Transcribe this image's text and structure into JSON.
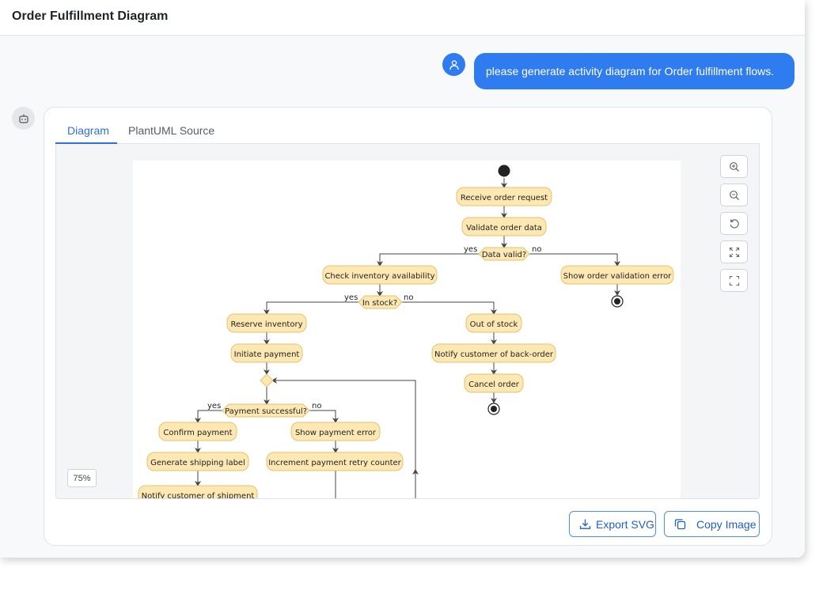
{
  "header": {
    "title": "Order Fulfillment Diagram"
  },
  "user_message": {
    "text": "please generate activity diagram for Order fulfillment flows."
  },
  "tabs": [
    {
      "label": "Diagram",
      "active": true
    },
    {
      "label": "PlantUML Source",
      "active": false
    }
  ],
  "zoom": {
    "level": "75%"
  },
  "toolbar": [
    {
      "name": "zoom-in"
    },
    {
      "name": "zoom-out"
    },
    {
      "name": "reset"
    },
    {
      "name": "fit"
    },
    {
      "name": "fullscreen"
    }
  ],
  "actions": {
    "export_label": "Export SVG",
    "copy_label": "Copy Image"
  },
  "diagram": {
    "nodes": {
      "receive": "Receive order request",
      "validate": "Validate order data",
      "data_valid": "Data valid?",
      "check_inventory": "Check inventory availability",
      "show_validation_error": "Show order validation error",
      "in_stock": "In stock?",
      "reserve": "Reserve inventory",
      "out_of_stock": "Out of stock",
      "initiate_payment": "Initiate payment",
      "notify_backorder": "Notify customer of back-order",
      "cancel_order": "Cancel order",
      "payment_successful": "Payment successful?",
      "confirm_payment": "Confirm payment",
      "show_payment_error": "Show payment error",
      "generate_label": "Generate shipping label",
      "increment_retry": "Increment payment retry counter",
      "notify_shipment": "Notify customer of shipment"
    },
    "yes": "yes",
    "no": "no"
  },
  "colors": {
    "accent": "#2f7bf0",
    "activity_fill": "#fde8b4",
    "activity_border": "#e4c26e"
  }
}
